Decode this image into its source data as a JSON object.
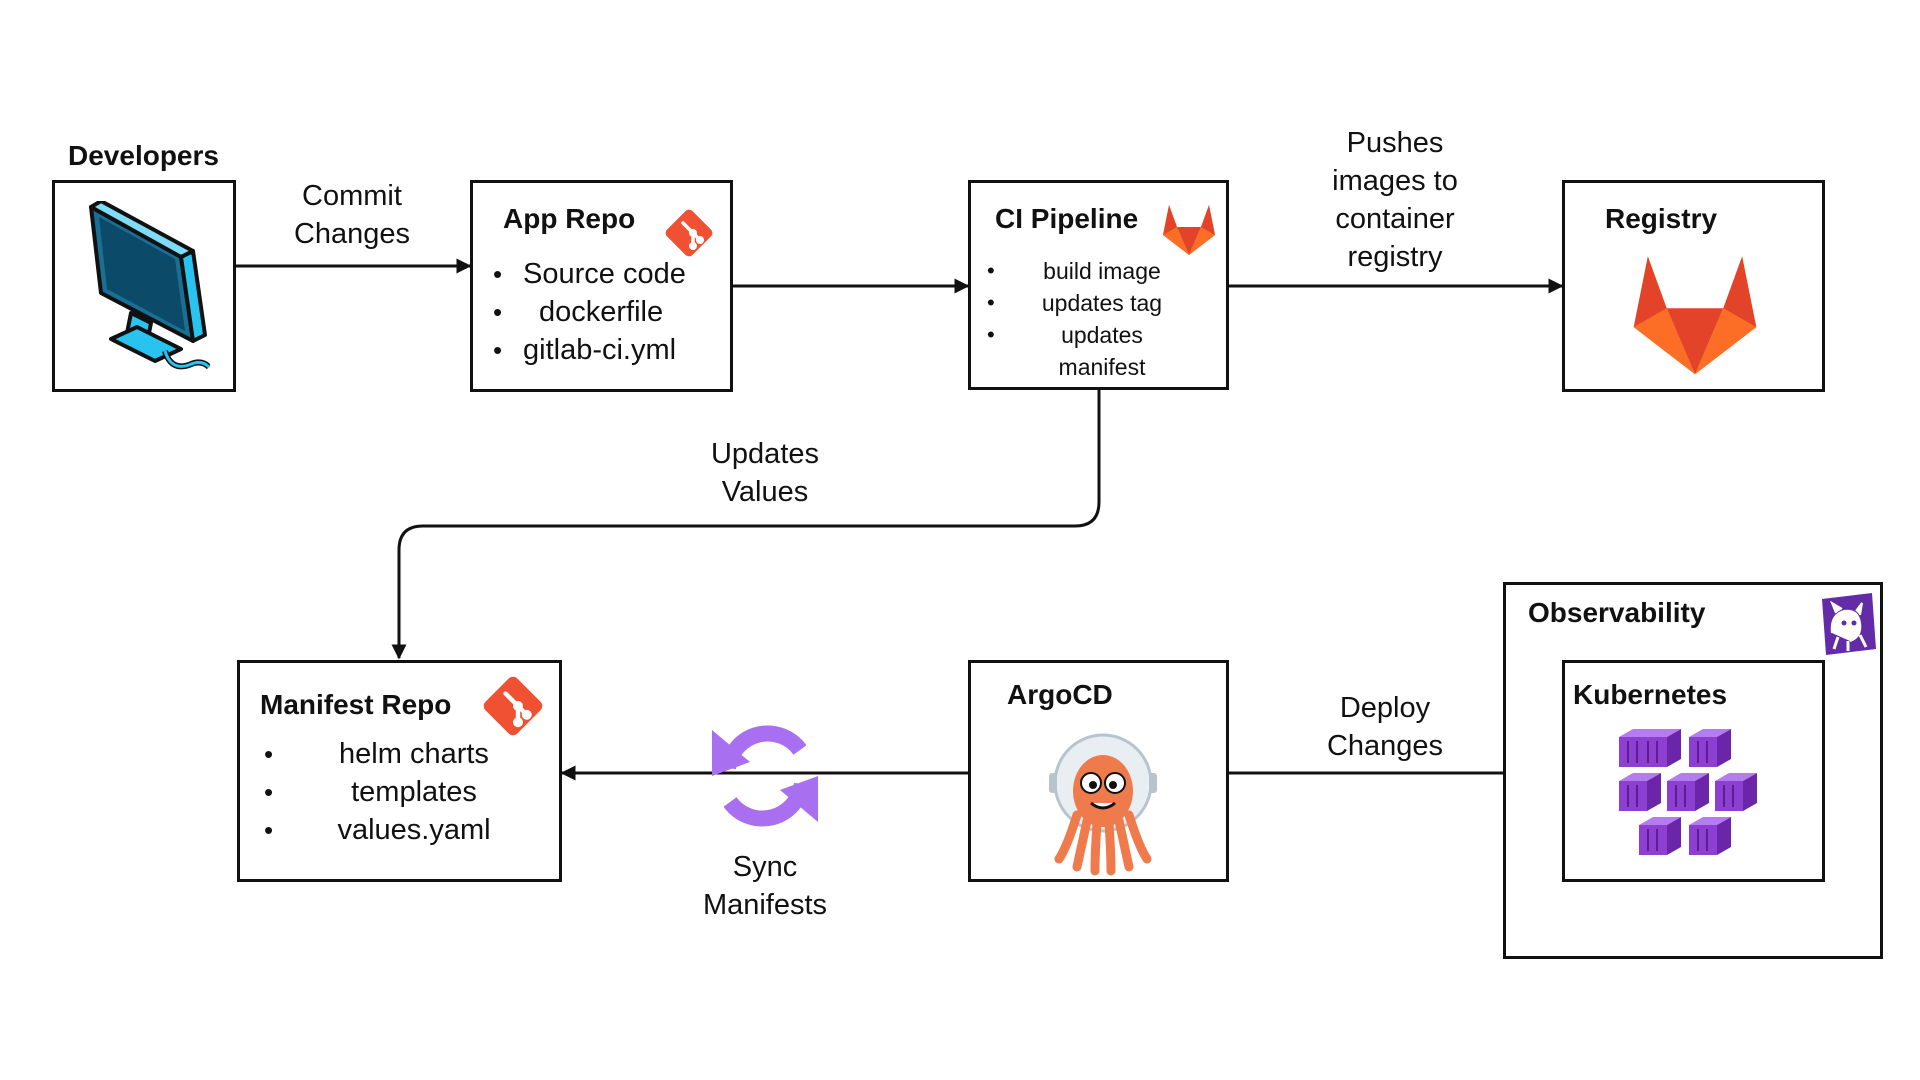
{
  "nodes": {
    "developers": {
      "title": "Developers",
      "icon": "desktop-computer-icon"
    },
    "app_repo": {
      "title": "App Repo",
      "icon": "git-icon",
      "items": [
        "Source code",
        "dockerfile",
        "gitlab-ci.yml"
      ]
    },
    "ci_pipeline": {
      "title": "CI Pipeline",
      "icon": "gitlab-icon",
      "items": [
        "build image",
        "updates tag",
        "updates",
        "manifest"
      ]
    },
    "registry": {
      "title": "Registry",
      "icon": "gitlab-icon"
    },
    "manifest_repo": {
      "title": "Manifest Repo",
      "icon": "git-icon",
      "items": [
        "helm charts",
        "templates",
        "values.yaml"
      ]
    },
    "argocd": {
      "title": "ArgoCD",
      "icon": "argo-octopus-icon"
    },
    "observability": {
      "title": "Observability",
      "icon": "datadog-icon"
    },
    "kubernetes": {
      "title": "Kubernetes",
      "icon": "aks-cubes-icon"
    }
  },
  "edges": {
    "commit": [
      "Commit",
      "Changes"
    ],
    "push": [
      "Pushes",
      "images to",
      "container",
      "registry"
    ],
    "update_values": [
      "Updates",
      "Values"
    ],
    "sync": [
      "Sync",
      "Manifests"
    ],
    "deploy": [
      "Deploy",
      "Changes"
    ]
  },
  "colors": {
    "git": "#f05133",
    "gitlab_dark": "#e24329",
    "gitlab_mid": "#fc6d26",
    "gitlab_light": "#fca326",
    "monitor": "#29c3f0",
    "octopus": "#ef7b4d",
    "sync": "#a86ff0",
    "cube": "#8c3fd0",
    "datadog": "#632ca6"
  }
}
